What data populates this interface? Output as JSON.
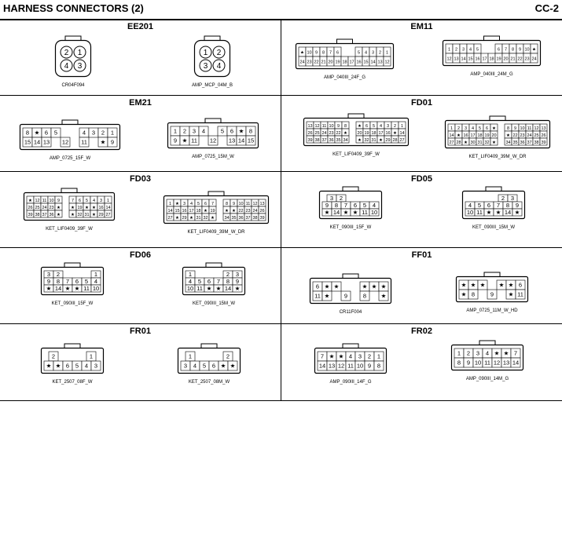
{
  "header": {
    "title": "HARNESS CONNECTORS (2)",
    "code": "CC-2"
  },
  "cells": [
    {
      "name": "EE201",
      "connectors": [
        {
          "label": "CR04F094",
          "rows": [
            [
              "2",
              "1"
            ],
            [
              "4",
              "3"
            ]
          ],
          "round": true
        },
        {
          "label": "AMP_MCP_04M_B",
          "rows": [
            [
              "1",
              "2"
            ],
            [
              "3",
              "4"
            ]
          ],
          "round": true
        }
      ]
    },
    {
      "name": "EM11",
      "connectors": [
        {
          "label": "AMP_040III_24F_G",
          "rows": [
            [
              "★",
              "10",
              "9",
              "8",
              "7",
              "6",
              "",
              "",
              "5",
              "4",
              "3",
              "2",
              "1"
            ],
            [
              "24",
              "23",
              "22",
              "21",
              "20",
              "19",
              "18",
              "17",
              "16",
              "15",
              "14",
              "13",
              "12"
            ]
          ]
        },
        {
          "label": "AMP_040III_24M_G",
          "rows": [
            [
              "1",
              "2",
              "3",
              "4",
              "5",
              "",
              "",
              "6",
              "7",
              "8",
              "9",
              "10",
              "★"
            ],
            [
              "12",
              "13",
              "14",
              "15",
              "16",
              "17",
              "18",
              "19",
              "20",
              "21",
              "22",
              "23",
              "24"
            ]
          ]
        }
      ]
    },
    {
      "name": "EM21",
      "connectors": [
        {
          "label": "AMP_0725_15F_W",
          "rows": [
            [
              "8",
              "★",
              "6",
              "5",
              "",
              "",
              "4",
              "3",
              "2",
              "1"
            ],
            [
              "15",
              "14",
              "13",
              "",
              "12",
              "",
              "11",
              "",
              "★",
              "9"
            ]
          ]
        },
        {
          "label": "AMP_0725_15M_W",
          "rows": [
            [
              "1",
              "2",
              "3",
              "4",
              "",
              "5",
              "6",
              "★",
              "8"
            ],
            [
              "9",
              "★",
              "11",
              "",
              "12",
              "",
              "13",
              "14",
              "15"
            ]
          ]
        }
      ]
    },
    {
      "name": "FD01",
      "connectors": [
        {
          "label": "KET_LIF0409_39F_W",
          "rows": [
            [
              "13",
              "12",
              "11",
              "10",
              "9",
              "8",
              "",
              "★",
              "6",
              "5",
              "4",
              "3",
              "2",
              "1"
            ],
            [
              "26",
              "25",
              "24",
              "23",
              "22",
              "★",
              "",
              "20",
              "19",
              "18",
              "17",
              "16",
              "★",
              "14"
            ],
            [
              "39",
              "38",
              "37",
              "36",
              "35",
              "34",
              "",
              "★",
              "32",
              "31",
              "★",
              "29",
              "28",
              "27"
            ]
          ]
        },
        {
          "label": "KET_LIF0409_39M_W_DR",
          "rows": [
            [
              "1",
              "2",
              "3",
              "4",
              "5",
              "6",
              "★",
              "",
              "8",
              "9",
              "10",
              "11",
              "12",
              "13"
            ],
            [
              "14",
              "★",
              "16",
              "17",
              "18",
              "19",
              "20",
              "",
              "★",
              "22",
              "23",
              "24",
              "25",
              "26"
            ],
            [
              "27",
              "28",
              "★",
              "30",
              "31",
              "32",
              "★",
              "",
              "34",
              "35",
              "36",
              "37",
              "38",
              "39"
            ]
          ]
        }
      ]
    },
    {
      "name": "FD03",
      "connectors": [
        {
          "label": "KET_LIF0409_39F_W",
          "rows": [
            [
              "★",
              "12",
              "11",
              "10",
              "9",
              "",
              "7",
              "6",
              "5",
              "4",
              "3",
              "1"
            ],
            [
              "26",
              "25",
              "24",
              "23",
              "★",
              "",
              "★",
              "19",
              "★",
              "★",
              "16",
              "14"
            ],
            [
              "39",
              "38",
              "37",
              "36",
              "★",
              "",
              "★",
              "32",
              "31",
              "★",
              "29",
              "27"
            ]
          ]
        },
        {
          "label": "KET_LIF0409_39M_W_DR",
          "rows": [
            [
              "1",
              "★",
              "3",
              "4",
              "5",
              "6",
              "7",
              "",
              "8",
              "9",
              "10",
              "11",
              "12",
              "13"
            ],
            [
              "14",
              "15",
              "16",
              "17",
              "18",
              "★",
              "19",
              "",
              "★",
              "★",
              "22",
              "23",
              "24",
              "26"
            ],
            [
              "27",
              "★",
              "29",
              "★",
              "31",
              "32",
              "★",
              "",
              "34",
              "35",
              "36",
              "37",
              "38",
              "39"
            ]
          ]
        }
      ]
    },
    {
      "name": "FD05",
      "connectors": [
        {
          "label": "KET_090III_15F_W",
          "rows": [
            [
              "3",
              "2",
              "",
              "",
              ""
            ],
            [
              "9",
              "8",
              "7",
              "6",
              "5",
              "4"
            ],
            [
              "★",
              "14",
              "★",
              "★",
              "11",
              "10"
            ]
          ]
        },
        {
          "label": "KET_090III_15M_W",
          "rows": [
            [
              "",
              "",
              "",
              "2",
              "3"
            ],
            [
              "4",
              "5",
              "6",
              "7",
              "8",
              "9"
            ],
            [
              "10",
              "11",
              "★",
              "★",
              "14",
              "★"
            ]
          ]
        }
      ]
    },
    {
      "name": "FD06",
      "connectors": [
        {
          "label": "KET_090III_15F_W",
          "rows": [
            [
              "3",
              "2",
              "",
              "",
              "",
              "1"
            ],
            [
              "9",
              "8",
              "7",
              "6",
              "5",
              "4"
            ],
            [
              "★",
              "14",
              "★",
              "★",
              "11",
              "10"
            ]
          ]
        },
        {
          "label": "KET_090III_15M_W",
          "rows": [
            [
              "1",
              "",
              "",
              "",
              "2",
              "3"
            ],
            [
              "4",
              "5",
              "6",
              "7",
              "8",
              "9"
            ],
            [
              "10",
              "11",
              "★",
              "★",
              "14",
              "★"
            ]
          ]
        }
      ]
    },
    {
      "name": "FF01",
      "connectors": [
        {
          "label": "CR11F004",
          "rows": [
            [
              "6",
              "★",
              "★",
              "",
              "",
              "★",
              "★",
              "★"
            ],
            [
              "11",
              "★",
              "",
              "9",
              "",
              "8",
              "",
              "★"
            ]
          ]
        },
        {
          "label": "AMP_0725_11M_W_HD",
          "rows": [
            [
              "★",
              "★",
              "★",
              "",
              "★",
              "★",
              "6"
            ],
            [
              "★",
              "8",
              "",
              "9",
              "",
              "★",
              "11"
            ]
          ]
        }
      ]
    },
    {
      "name": "FR01",
      "connectors": [
        {
          "label": "KET_2507_08F_W",
          "rows": [
            [
              "2",
              "",
              "",
              "",
              "1"
            ],
            [
              "★",
              "★",
              "6",
              "5",
              "4",
              "3"
            ]
          ]
        },
        {
          "label": "KET_2507_08M_W",
          "rows": [
            [
              "1",
              "",
              "",
              "",
              "2"
            ],
            [
              "3",
              "4",
              "5",
              "6",
              "★",
              "★"
            ]
          ]
        }
      ]
    },
    {
      "name": "FR02",
      "connectors": [
        {
          "label": "AMP_090III_14F_G",
          "rows": [
            [
              "7",
              "★",
              "★",
              "4",
              "3",
              "2",
              "1"
            ],
            [
              "14",
              "13",
              "12",
              "11",
              "10",
              "9",
              "8"
            ]
          ]
        },
        {
          "label": "AMP_090III_14M_G",
          "rows": [
            [
              "1",
              "2",
              "3",
              "4",
              "★",
              "★",
              "7"
            ],
            [
              "8",
              "9",
              "10",
              "11",
              "12",
              "13",
              "14"
            ]
          ]
        }
      ]
    }
  ]
}
